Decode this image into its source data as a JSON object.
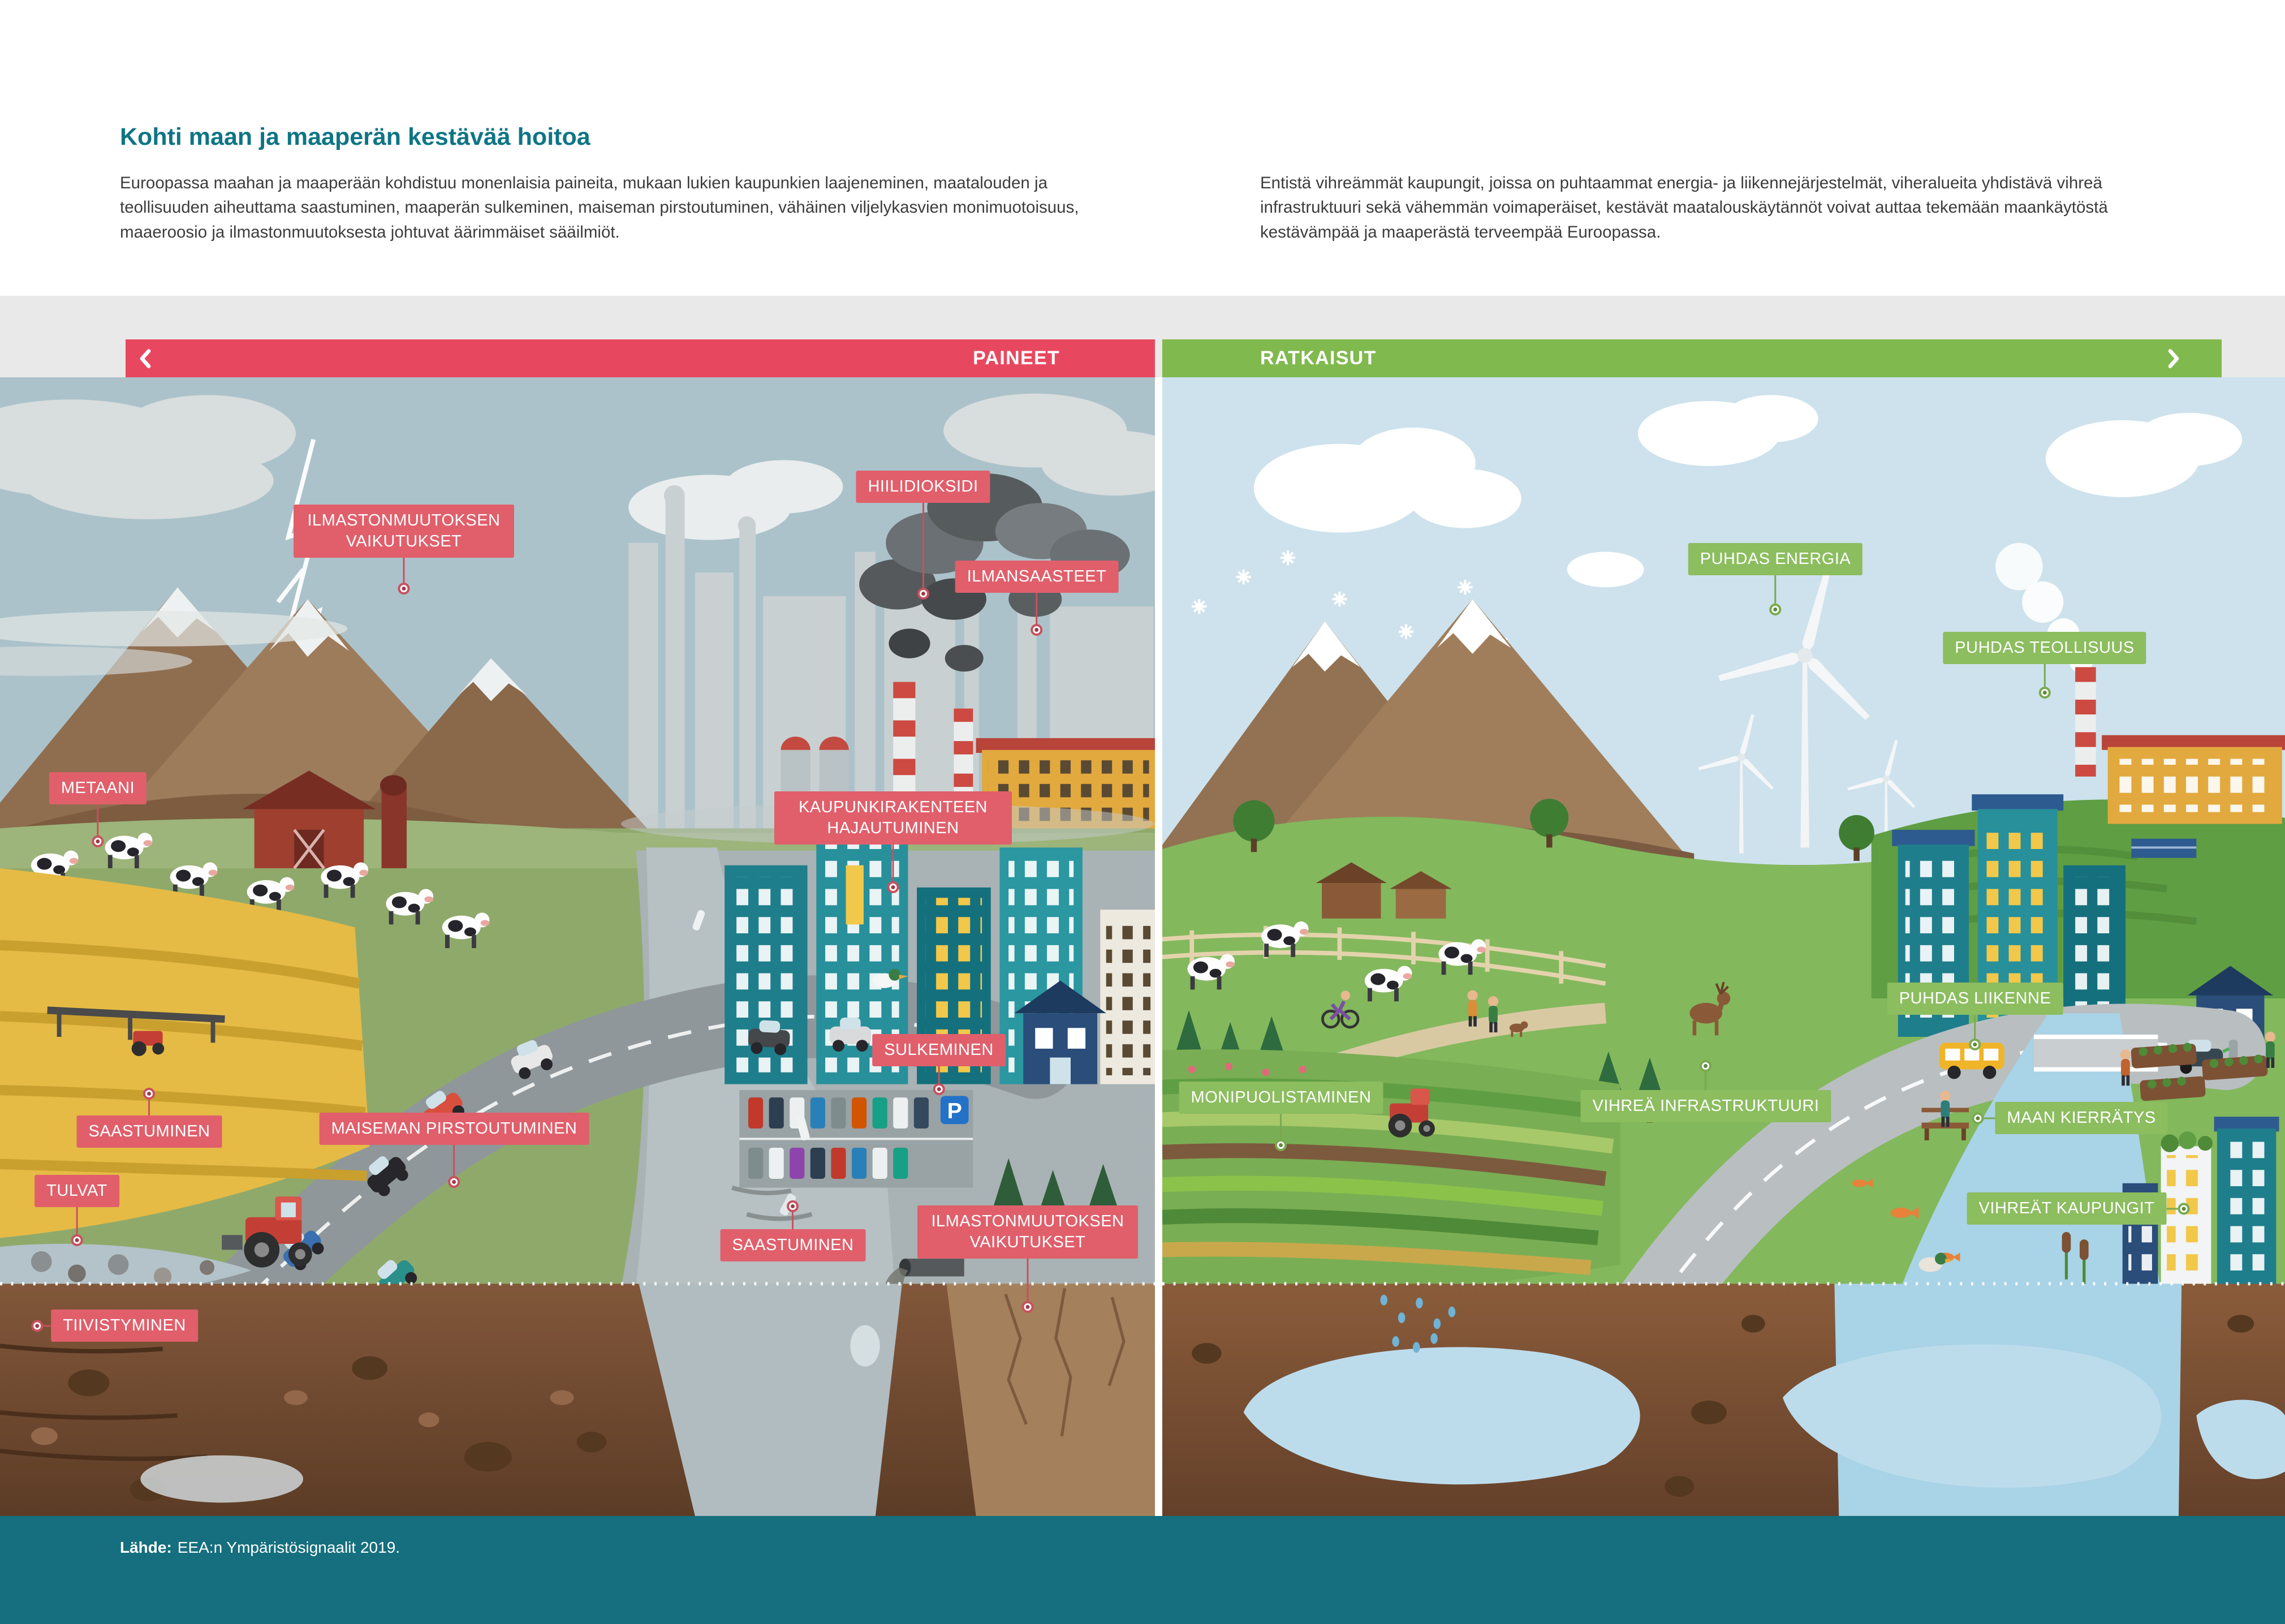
{
  "header": {
    "title": "Kohti maan ja maaperän kestävää hoitoa",
    "intro_pressures": "Euroopassa maahan ja maaperään kohdistuu monenlaisia paineita, mukaan lukien kaupunkien laajeneminen, maatalouden ja teollisuuden aiheuttama saastuminen, maaperän sulkeminen, maiseman pirstoutuminen, vähäinen viljelykasvien monimuotoisuus, maaeroosio ja ilmastonmuutoksesta johtuvat äärimmäiset sääilmiöt.",
    "intro_solutions": "Entistä vihreämmät kaupungit, joissa on puhtaammat energia- ja liikennejärjestelmät, viheralueita yhdistävä vihreä infrastruktuuri sekä vähemmän voimaperäiset, kestävät maatalouskäytännöt voivat auttaa tekemään maankäytöstä kestävämpää ja maaperästä terveempää Euroopassa."
  },
  "panels": {
    "pressures": {
      "banner_label": "PAINEET",
      "labels": [
        "ILMASTONMUUTOKSEN VAIKUTUKSET",
        "HIILIDIOKSIDI",
        "ILMANSAASTEET",
        "METAANI",
        "KAUPUNKIRAKENTEEN HAJAUTUMINEN",
        "SULKEMINEN",
        "SAASTUMINEN",
        "MAISEMAN PIRSTOUTUMINEN",
        "TULVAT",
        "SAASTUMINEN",
        "ILMASTONMUUTOKSEN VAIKUTUKSET",
        "TIIVISTYMINEN"
      ]
    },
    "solutions": {
      "banner_label": "RATKAISUT",
      "labels": [
        "PUHDAS ENERGIA",
        "PUHDAS TEOLLISUUS",
        "PUHDAS LIIKENNE",
        "MONIPUOLISTAMINEN",
        "VIHREÄ INFRASTRUKTUURI",
        "MAAN KIERRÄTYS",
        "VIHREÄT KAUPUNGIT"
      ]
    }
  },
  "colors": {
    "title_teal": "#0f7585",
    "banner_pressures_red": "#e8485f",
    "banner_solutions_green": "#80b94e",
    "callout_pressures_red": "#e05f6b",
    "callout_solutions_green": "#8cbd5f",
    "footer_teal": "#156f7e"
  },
  "footer": {
    "source_label": "Lähde:",
    "source_text": "EEA:n Ympäristösignaalit 2019."
  }
}
